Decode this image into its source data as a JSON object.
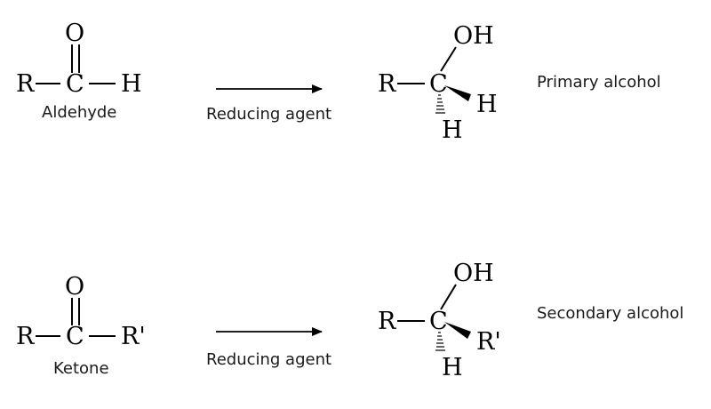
{
  "atoms": {
    "R": "R",
    "C": "C",
    "O": "O",
    "H": "H",
    "OH": "OH",
    "R_prime": "R'"
  },
  "reaction_1": {
    "reactant_label": "Aldehyde",
    "arrow_label": "Reducing agent",
    "product_label": "Primary alcohol"
  },
  "reaction_2": {
    "reactant_label": "Ketone",
    "arrow_label": "Reducing agent",
    "product_label": "Secondary alcohol"
  }
}
